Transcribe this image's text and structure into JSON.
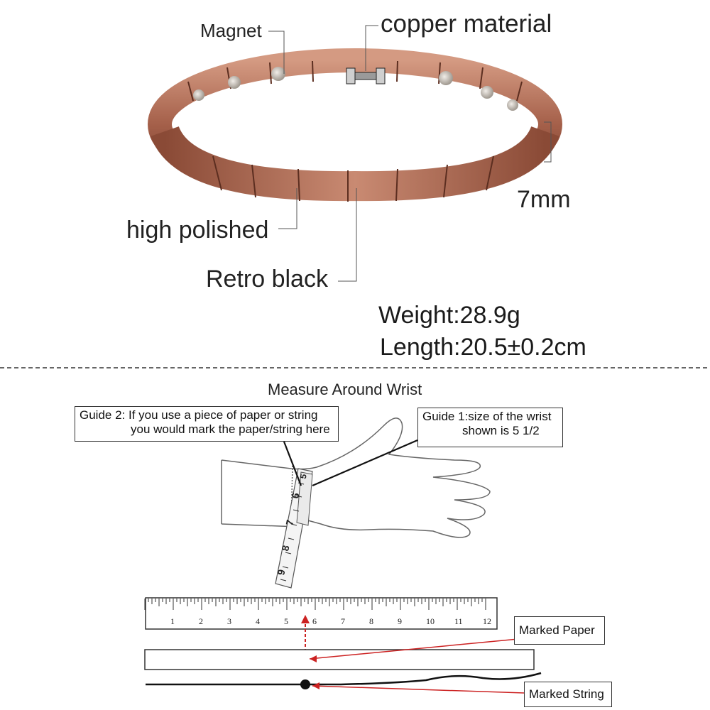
{
  "callouts": {
    "magnet": "Magnet",
    "copper": "copper material",
    "width": "7mm",
    "polished": "high polished",
    "retro": "Retro black"
  },
  "specs": {
    "weight": "Weight:28.9g",
    "length": "Length:20.5±0.2cm"
  },
  "guide": {
    "title": "Measure Around Wrist",
    "guide2_line1": "Guide 2: If you use a piece of paper or string",
    "guide2_line2": "you would mark the paper/string here",
    "guide1_line1": "Guide 1:size of the wrist",
    "guide1_line2": "shown is 5 1/2",
    "tape_numbers": [
      "5",
      "6",
      "7",
      "8",
      "9"
    ],
    "ruler_numbers": [
      "1",
      "2",
      "3",
      "4",
      "5",
      "6",
      "7",
      "8",
      "9",
      "10",
      "11",
      "12"
    ],
    "marked_paper": "Marked Paper",
    "marked_string": "Marked String"
  },
  "colors": {
    "copper": "#b06a4f",
    "copper_dark": "#7a3f2c",
    "magnet": "#c9c3bb",
    "marker_red": "#cc2222"
  }
}
